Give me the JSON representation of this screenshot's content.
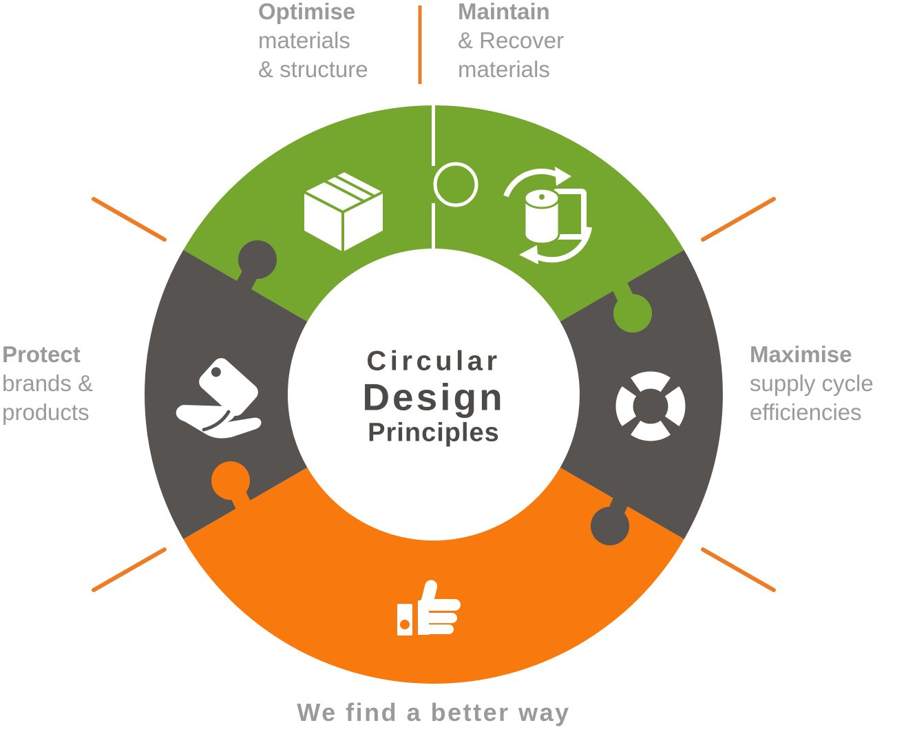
{
  "center": {
    "line1": "Circular",
    "line2": "Design",
    "line3": "Principles"
  },
  "tagline": "We find a better way",
  "segments": {
    "optimise": {
      "title": "Optimise",
      "line2": "materials",
      "line3": "& structure",
      "color": "#75A72F",
      "icon": "packaging-box-icon"
    },
    "maintain": {
      "title": "Maintain",
      "line2": "& Recover",
      "line3": "materials",
      "color": "#75A72F",
      "icon": "recycle-roll-icon"
    },
    "maximise": {
      "title": "Maximise",
      "line2": "supply cycle",
      "line3": "efficiencies",
      "color": "#575350",
      "icon": "supply-cycle-icon"
    },
    "protect": {
      "title": "Protect",
      "line2": "brands &",
      "line3": "products",
      "color": "#575350",
      "icon": "hand-tag-icon"
    },
    "better_way": {
      "color": "#F8790D",
      "icon": "thumbs-up-icon"
    }
  },
  "colors": {
    "green": "#75A72F",
    "dark_gray": "#575350",
    "orange": "#F8790D",
    "divider_orange": "#ED7D24",
    "label_gray": "#9C9A98",
    "center_text": "#4D4946",
    "icon_white": "#FFFFFF"
  }
}
